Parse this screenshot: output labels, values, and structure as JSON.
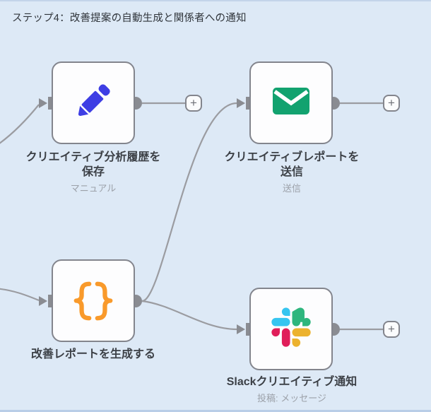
{
  "header": {
    "title": "ステップ4：改善提案の自動生成と関係者への通知"
  },
  "nodes": [
    {
      "id": "save-analysis-history",
      "label_line1": "クリエイティブ分析履歴を",
      "label_line2": "保存",
      "subtitle": "マニュアル",
      "icon": "pencil-icon",
      "icon_color": "#3e3ee4"
    },
    {
      "id": "send-creative-report",
      "label_line1": "クリエイティブレポートを",
      "label_line2": "送信",
      "subtitle": "送信",
      "icon": "envelope-icon",
      "icon_color": "#12a26f"
    },
    {
      "id": "generate-improvement-report",
      "label_line1": "改善レポートを生成する",
      "subtitle": "",
      "icon": "curly-braces-icon",
      "icon_color": "#f99a2b"
    },
    {
      "id": "slack-creative-notify",
      "label_line1": "Slackクリエイティブ通知",
      "subtitle": "投稿: メッセージ",
      "icon": "slack-icon",
      "icon_colors": [
        "#36c5f0",
        "#2eb67d",
        "#e01e5a",
        "#ecb22e"
      ]
    }
  ],
  "connections": [
    {
      "from": "offscreen-left",
      "to": "save-analysis-history"
    },
    {
      "from": "offscreen-left",
      "to": "generate-improvement-report"
    },
    {
      "from": "generate-improvement-report",
      "to": "send-creative-report"
    },
    {
      "from": "generate-improvement-report",
      "to": "slack-creative-notify"
    }
  ],
  "ui": {
    "plus": "+"
  },
  "colors": {
    "canvas_background": "#dde9f6",
    "node_border": "#83858d",
    "wire": "#9b9ca1",
    "socket": "#8a8c92",
    "label_text": "#3c4046",
    "subtitle_text": "#9ca1a9"
  }
}
